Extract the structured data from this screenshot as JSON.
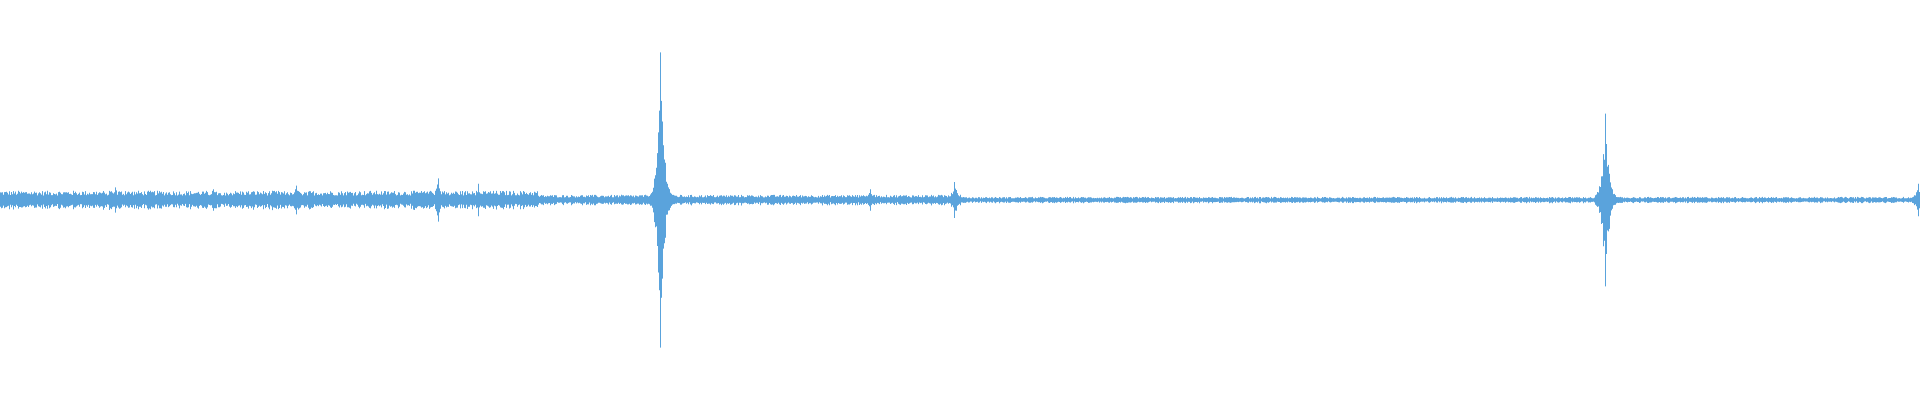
{
  "waveform": {
    "color": "#5aa3dc",
    "background": "#ffffff",
    "baseline_amplitude": 0.03,
    "duration_fraction_visible": 1.0,
    "transients": [
      {
        "position": 0.06,
        "amplitude": 0.07
      },
      {
        "position": 0.111,
        "amplitude": 0.06
      },
      {
        "position": 0.154,
        "amplitude": 0.08
      },
      {
        "position": 0.228,
        "amplitude": 0.12
      },
      {
        "position": 0.249,
        "amplitude": 0.09
      },
      {
        "position": 0.344,
        "amplitude": 0.82
      },
      {
        "position": 0.453,
        "amplitude": 0.06
      },
      {
        "position": 0.497,
        "amplitude": 0.1
      },
      {
        "position": 0.836,
        "amplitude": 0.48
      },
      {
        "position": 0.999,
        "amplitude": 0.09
      }
    ],
    "activity_regions": [
      {
        "start": 0.0,
        "end": 0.28,
        "level": 0.045
      },
      {
        "start": 0.28,
        "end": 0.5,
        "level": 0.025
      },
      {
        "start": 0.5,
        "end": 1.0,
        "level": 0.015
      }
    ]
  }
}
